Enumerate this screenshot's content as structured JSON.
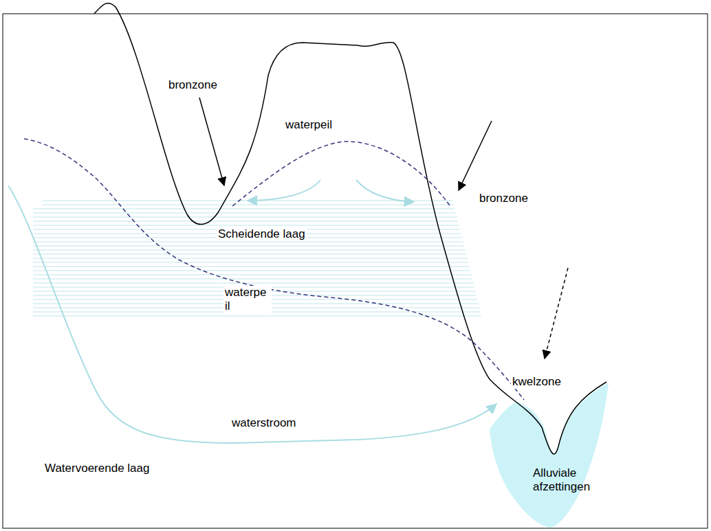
{
  "diagram": {
    "labels": [
      "bronzone",
      "waterpeil",
      "bronzone",
      "Scheidende laag",
      "waterpe il",
      "kwelzone",
      "waterstroom",
      "Watervoerende laag",
      "Alluviale afzettingen"
    ]
  }
}
